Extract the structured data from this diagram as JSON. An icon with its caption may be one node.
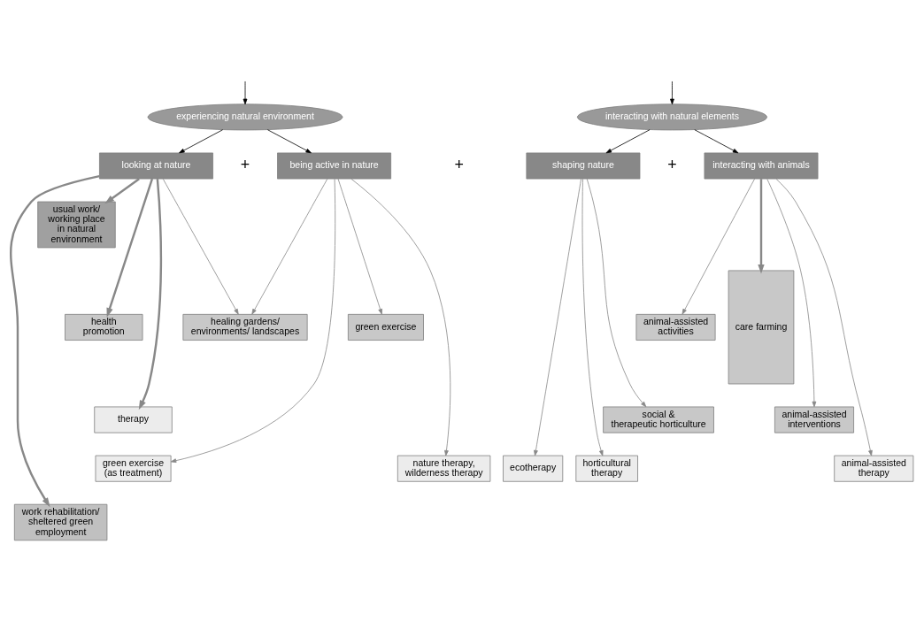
{
  "diagram": {
    "nodes": [
      {
        "text": [
          "experiencing natural environment"
        ]
      },
      {
        "text": [
          "interacting with natural elements"
        ]
      },
      {
        "text": [
          "looking at nature"
        ]
      },
      {
        "text": [
          "being active in nature"
        ]
      },
      {
        "text": [
          "shaping nature"
        ]
      },
      {
        "text": [
          "interacting with animals"
        ]
      },
      {
        "text": [
          "usual work/ working place in natural environment"
        ]
      },
      {
        "text": [
          "health promotion"
        ]
      },
      {
        "text": [
          "therapy"
        ]
      },
      {
        "text": [
          "work rehabilitation/ sheltered green employment"
        ]
      },
      {
        "text": [
          "healing gardens/ environments/ landscapes"
        ]
      },
      {
        "text": [
          "green exercise"
        ]
      },
      {
        "text": [
          "animal-assisted activities"
        ]
      },
      {
        "text": [
          "care farming"
        ]
      },
      {
        "text": [
          "social & therapeutic horticulture"
        ]
      },
      {
        "text": [
          "animal-assisted interventions"
        ]
      },
      {
        "text": [
          "green exercise (as treatment)"
        ]
      },
      {
        "text": [
          "nature therapy, wilderness therapy"
        ]
      },
      {
        "text": [
          "ecotherapy"
        ]
      },
      {
        "text": [
          "horticultural therapy"
        ]
      },
      {
        "text": [
          "animal-assisted therapy"
        ]
      }
    ],
    "edges": [
      {
        "from": null,
        "to": 0,
        "arrow": "to",
        "color": "#000000"
      },
      {
        "from": null,
        "to": 1,
        "arrow": "to",
        "color": "#000000"
      },
      {
        "from": 0,
        "to": 2,
        "arrow": "to",
        "color": "#000000"
      },
      {
        "from": 0,
        "to": 3,
        "arrow": "to",
        "color": "#000000"
      },
      {
        "from": 1,
        "to": 4,
        "arrow": "to",
        "color": "#000000"
      },
      {
        "from": 1,
        "to": 5,
        "arrow": "to",
        "color": "#000000"
      },
      {
        "from": 2,
        "to": 6,
        "arrow": "to",
        "style": "thick"
      },
      {
        "from": 2,
        "to": 7,
        "arrow": "to",
        "style": "thick"
      },
      {
        "from": 2,
        "to": 8,
        "arrow": "to",
        "style": "thick"
      },
      {
        "from": 2,
        "to": 9,
        "arrow": "to",
        "style": "thick"
      },
      {
        "from": 2,
        "to": 10,
        "arrow": "to"
      },
      {
        "from": 3,
        "to": 10,
        "arrow": "to"
      },
      {
        "from": 3,
        "to": 11,
        "arrow": "to"
      },
      {
        "from": 3,
        "to": 16,
        "arrow": "to"
      },
      {
        "from": 3,
        "to": 17,
        "arrow": "to"
      },
      {
        "from": 4,
        "to": 14,
        "arrow": "to"
      },
      {
        "from": 4,
        "to": 18,
        "arrow": "to"
      },
      {
        "from": 4,
        "to": 19,
        "arrow": "to"
      },
      {
        "from": 5,
        "to": 15,
        "arrow": "to"
      },
      {
        "from": 5,
        "to": 12,
        "arrow": "to"
      },
      {
        "from": 5,
        "to": 20,
        "arrow": "to"
      },
      {
        "from": 5,
        "to": 13,
        "arrow": "to",
        "style": "thick"
      }
    ],
    "labels": [
      "+",
      "+",
      "+"
    ]
  }
}
